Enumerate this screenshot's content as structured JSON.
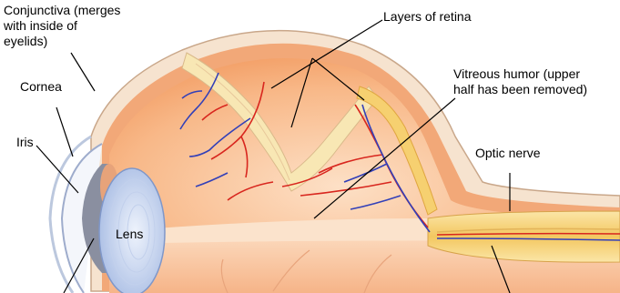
{
  "labels": {
    "conjunctiva": [
      "Conjunctiva (merges",
      "with inside of",
      "eyelids)"
    ],
    "cornea": "Cornea",
    "iris": "Iris",
    "lens": "Lens",
    "layers_of_retina": "Layers of retina",
    "vitreous_humor": [
      "Vitreous humor (upper",
      "half has been removed)"
    ],
    "optic_nerve": "Optic nerve"
  },
  "colors": {
    "background": "#ffffff",
    "leader_line": "#000000",
    "sclera": "#f6e3cf",
    "choroid": "#f2a878",
    "vitreous": "#f9c49a",
    "retina": "#f8e7b4",
    "lens": "#c9d8f0",
    "iris": "#8a8fa0",
    "artery": "#d8261e",
    "vein": "#3340b8",
    "optic_nerve": "#f6d98a"
  }
}
